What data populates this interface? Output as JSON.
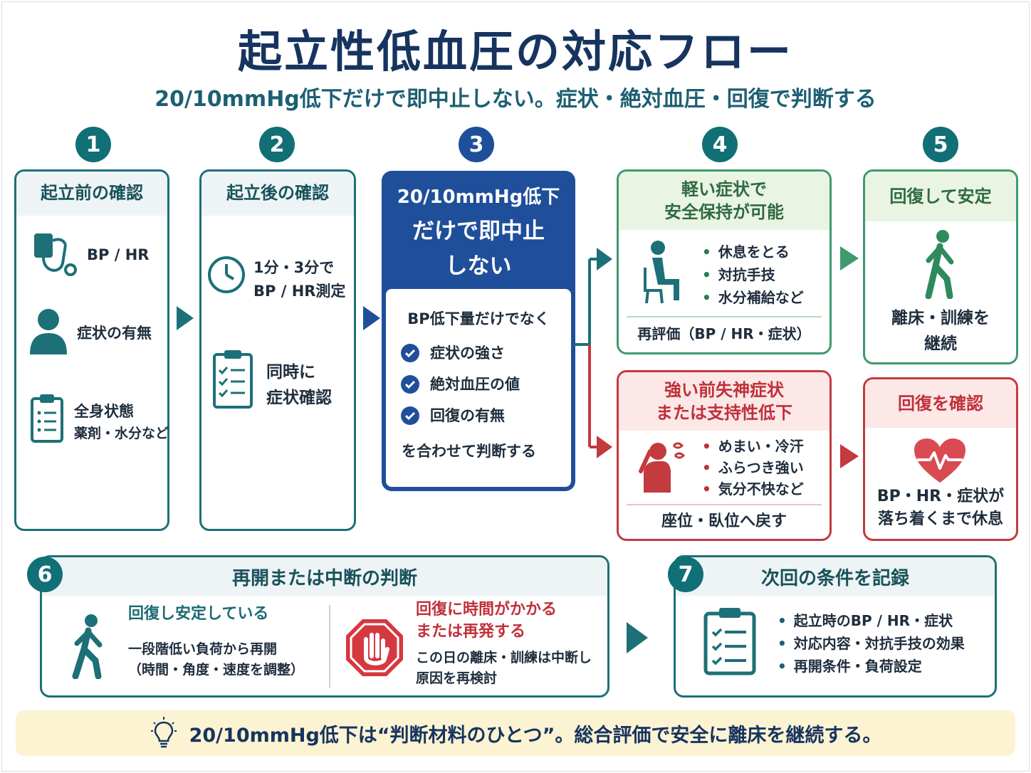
{
  "title": "起立性低血圧の対応フロー",
  "subtitle": "20/10mmHg低下だけで即中止しない。症状・絶対血圧・回復で判断する",
  "steps": {
    "s1": {
      "num": "1",
      "heading": "起立前の確認",
      "items": [
        {
          "icon": "blood-pressure-monitor-icon",
          "text": "BP / HR"
        },
        {
          "icon": "person-icon",
          "text": "症状の有無"
        },
        {
          "icon": "clipboard-icon",
          "text": "全身状態",
          "sub": "薬剤・水分など"
        }
      ]
    },
    "s2": {
      "num": "2",
      "heading": "起立後の確認",
      "items": [
        {
          "icon": "clock-icon",
          "line1": "1分・3分で",
          "line2": "BP / HR測定"
        },
        {
          "icon": "checklist-icon",
          "line1": "同時に",
          "line2": "症状確認"
        }
      ]
    },
    "s3": {
      "num": "3",
      "heading_line1": "20/10mmHg低下",
      "heading_line2": "だけで即中止",
      "heading_line3": "しない",
      "intro": "BP低下量だけでなく",
      "checks": [
        "症状の強さ",
        "絶対血圧の値",
        "回復の有無"
      ],
      "outro": "を合わせて判断する"
    },
    "s4": {
      "num": "4",
      "mild": {
        "heading_line1": "軽い症状で",
        "heading_line2": "安全保持が可能",
        "icon": "seated-person-icon",
        "bullets": [
          "休息をとる",
          "対抗手技",
          "水分補給など"
        ],
        "footer": "再評価（BP / HR・症状）"
      },
      "severe": {
        "heading_line1": "強い前失神症状",
        "heading_line2": "または支持性低下",
        "icon": "dizzy-person-icon",
        "bullets": [
          "めまい・冷汗",
          "ふらつき強い",
          "気分不快など"
        ],
        "footer": "座位・臥位へ戻す"
      }
    },
    "s5": {
      "num": "5",
      "stable": {
        "heading": "回復して安定",
        "icon": "walking-person-icon",
        "line1": "離床・訓練を",
        "line2": "継続"
      },
      "confirm": {
        "heading": "回復を確認",
        "icon": "heart-pulse-icon",
        "line1": "BP・HR・症状が",
        "line2": "落ち着くまで休息"
      }
    },
    "s6": {
      "num": "6",
      "heading": "再開または中断の判断",
      "resume": {
        "title": "回復し安定している",
        "line1": "一段階低い負荷から再開",
        "line2": "（時間・角度・速度を調整）"
      },
      "stop": {
        "title_line1": "回復に時間がかかる",
        "title_line2": "または再発する",
        "line1": "この日の離床・訓練は中断し",
        "line2": "原因を再検討"
      }
    },
    "s7": {
      "num": "7",
      "heading": "次回の条件を記録",
      "bullets": [
        "起立時のBP / HR・症状",
        "対応内容・対抗手技の効果",
        "再開条件・負荷設定"
      ]
    }
  },
  "footer": "20/10mmHg低下は“判断材料のひとつ”。総合評価で安全に離床を継続する。",
  "colors": {
    "navy": "#16345f",
    "teal": "#1d7078",
    "blue": "#1f4f9a",
    "green": "#3f9a6e",
    "red": "#c33a3f",
    "footer_bg": "#fcf3d3"
  }
}
